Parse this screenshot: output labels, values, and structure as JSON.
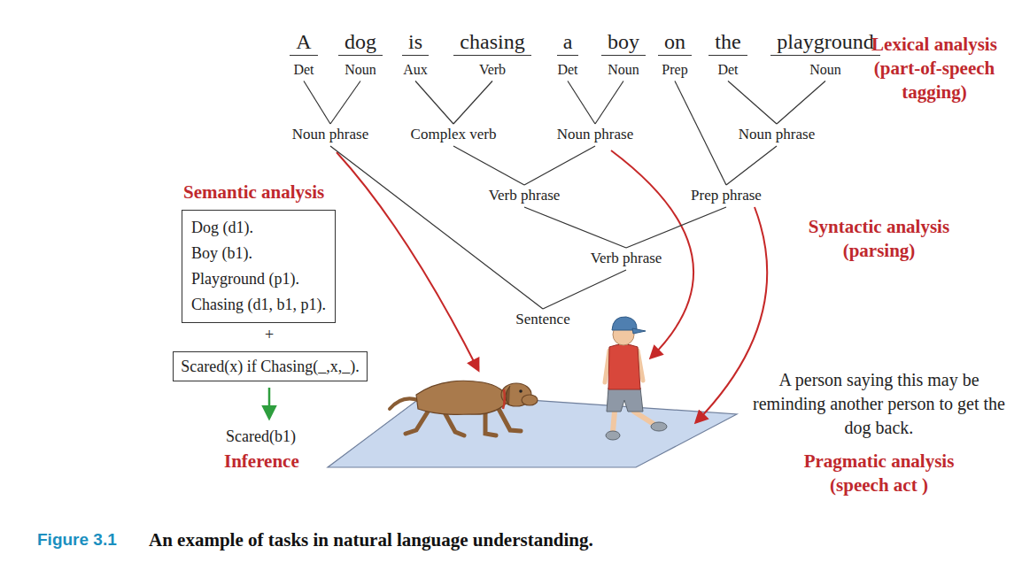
{
  "diagram": {
    "caption": "An example of tasks in natural language understanding.",
    "nodes": [
      {
        "text": [
          "A",
          "Det"
        ]
      },
      {
        "text": [
          "dog",
          "Noun"
        ]
      },
      {
        "text": [
          "is",
          "Aux"
        ]
      },
      {
        "text": [
          "chasing",
          "Verb"
        ]
      },
      {
        "text": [
          "a",
          "Det"
        ]
      },
      {
        "text": [
          "boy",
          "Noun"
        ]
      },
      {
        "text": [
          "on",
          "Prep"
        ]
      },
      {
        "text": [
          "the",
          "Det"
        ]
      },
      {
        "text": [
          "playground",
          "Noun"
        ]
      },
      {
        "text": [
          "Noun phrase"
        ]
      },
      {
        "text": [
          "Complex verb"
        ]
      },
      {
        "text": [
          "Noun phrase"
        ]
      },
      {
        "text": [
          "Noun phrase"
        ]
      },
      {
        "text": [
          "Verb phrase"
        ]
      },
      {
        "text": [
          "Prep phrase"
        ]
      },
      {
        "text": [
          "Verb phrase"
        ]
      },
      {
        "text": [
          "Sentence"
        ]
      },
      {
        "text": [
          "Dog (d1).",
          "Boy (b1).",
          "Playground (p1).",
          "Chasing (d1, b1, p1)."
        ]
      },
      {
        "text": [
          "Scared(x) if Chasing(_,x,_)."
        ]
      }
    ],
    "edges": [
      {
        "from": 0,
        "to": 9,
        "arrow": "none"
      },
      {
        "from": 1,
        "to": 9,
        "arrow": "none"
      },
      {
        "from": 2,
        "to": 10,
        "arrow": "none"
      },
      {
        "from": 3,
        "to": 10,
        "arrow": "none"
      },
      {
        "from": 4,
        "to": 11,
        "arrow": "none"
      },
      {
        "from": 5,
        "to": 11,
        "arrow": "none"
      },
      {
        "from": 7,
        "to": 12,
        "arrow": "none"
      },
      {
        "from": 8,
        "to": 12,
        "arrow": "none"
      },
      {
        "from": 10,
        "to": 13,
        "arrow": "none"
      },
      {
        "from": 11,
        "to": 13,
        "arrow": "none"
      },
      {
        "from": 6,
        "to": 14,
        "arrow": "none"
      },
      {
        "from": 12,
        "to": 14,
        "arrow": "none"
      },
      {
        "from": 13,
        "to": 15,
        "arrow": "none"
      },
      {
        "from": 14,
        "to": 15,
        "arrow": "none"
      },
      {
        "from": 9,
        "to": 16,
        "arrow": "none"
      },
      {
        "from": 15,
        "to": 16,
        "arrow": "none"
      }
    ],
    "labels": [
      "Lexical analysis (part-of-speech tagging)",
      "Semantic analysis",
      "Syntactic analysis (parsing)",
      "+",
      "Scared(b1)",
      "Inference",
      "A person saying this may be reminding another person to get the dog back.",
      "Pragmatic analysis (speech act )",
      "Figure 3.1"
    ]
  }
}
